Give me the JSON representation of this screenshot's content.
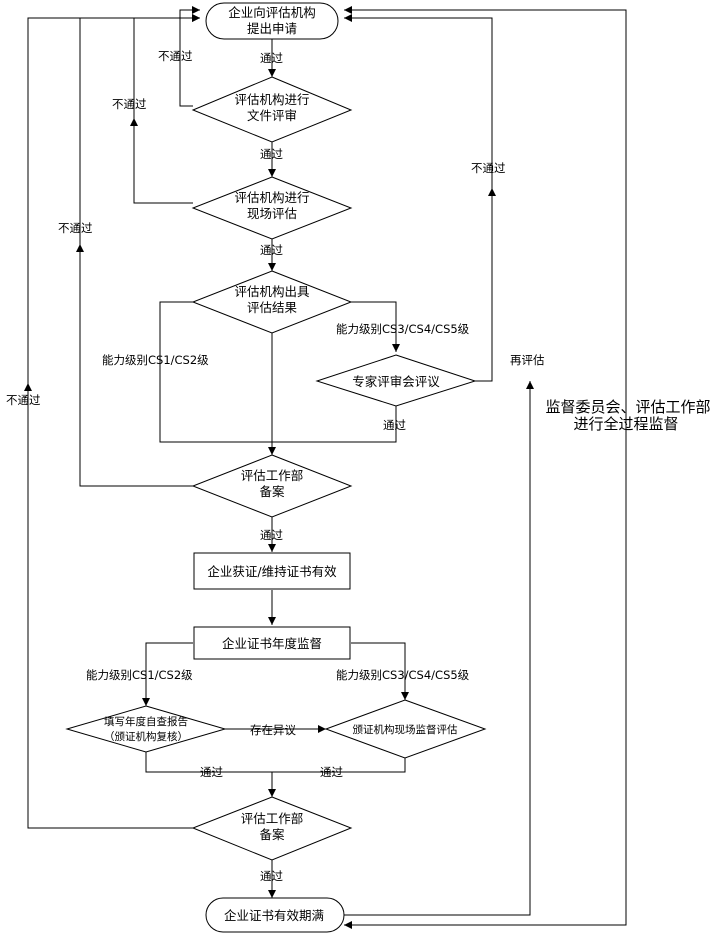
{
  "nodes": {
    "apply": {
      "lines": [
        "企业向评估机构",
        "提出申请"
      ]
    },
    "doc_review": {
      "lines": [
        "评估机构进行",
        "文件评审"
      ]
    },
    "site_eval": {
      "lines": [
        "评估机构进行",
        "现场评估"
      ]
    },
    "result": {
      "lines": [
        "评估机构出具",
        "评估结果"
      ]
    },
    "expert": {
      "lines": [
        "专家评审会评议"
      ]
    },
    "record1": {
      "lines": [
        "评估工作部",
        "备案"
      ]
    },
    "cert": {
      "lines": [
        "企业获证/维持证书有效"
      ]
    },
    "annual": {
      "lines": [
        "企业证书年度监督"
      ]
    },
    "self_report": {
      "lines": [
        "填写年度自查报告",
        "（颁证机构复核）"
      ]
    },
    "site_supervise": {
      "lines": [
        "颁证机构现场监督评估"
      ]
    },
    "record2": {
      "lines": [
        "评估工作部",
        "备案"
      ]
    },
    "expire": {
      "lines": [
        "企业证书有效期满"
      ]
    }
  },
  "edge_labels": {
    "pass_1": "通过",
    "pass_2": "通过",
    "pass_3": "通过",
    "pass_expert": "通过",
    "pass_4": "通过",
    "pass_self": "通过",
    "pass_site": "通过",
    "pass_5": "通过",
    "fail_doc": "不通过",
    "fail_site": "不通过",
    "fail_record1": "不通过",
    "fail_record2": "不通过",
    "fail_expert": "不通过",
    "level_low_1": "能力级别CS1/CS2级",
    "level_high_1": "能力级别CS3/CS4/CS5级",
    "level_low_2": "能力级别CS1/CS2级",
    "level_high_2": "能力级别CS3/CS4/CS5级",
    "dispute": "存在异议",
    "reassess": "再评估"
  },
  "side_note": {
    "lines": [
      "监督委员会、评估工作部",
      "进行全过程监督"
    ]
  }
}
